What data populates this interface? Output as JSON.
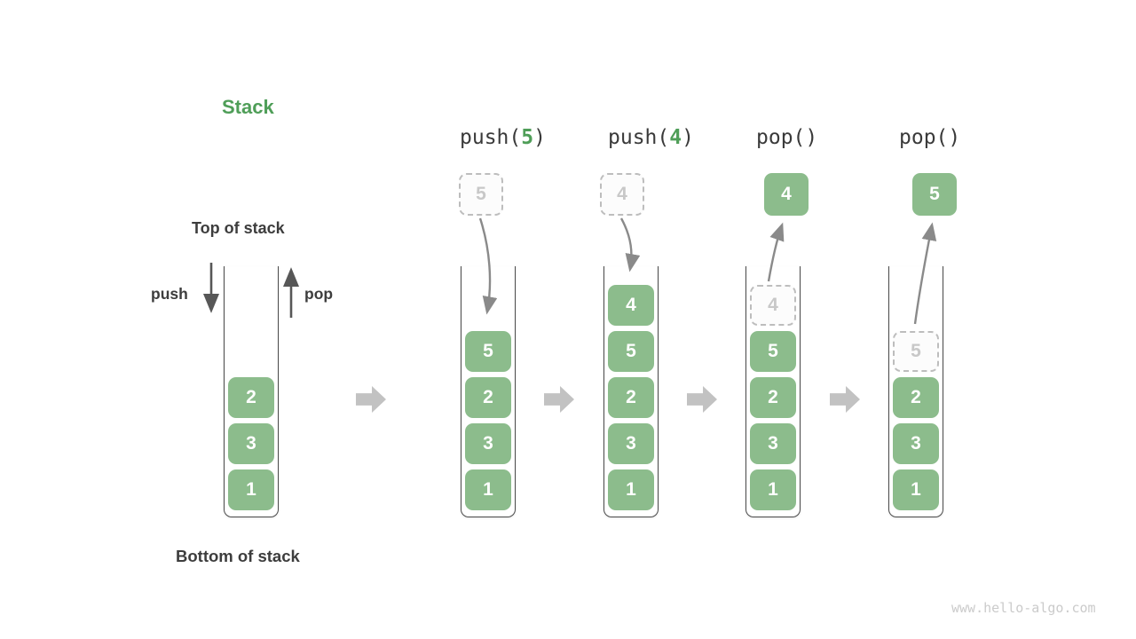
{
  "title": "Stack",
  "labels": {
    "top_of_stack": "Top of stack",
    "bottom_of_stack": "Bottom of stack",
    "push": "push",
    "pop": "pop"
  },
  "operations": [
    {
      "pre": "push(",
      "arg": "5",
      "post": ")"
    },
    {
      "pre": "push(",
      "arg": "4",
      "post": ")"
    },
    {
      "pre": "pop(",
      "arg": "",
      "post": ")"
    },
    {
      "pre": "pop(",
      "arg": "",
      "post": ")"
    }
  ],
  "floats": [
    {
      "value": "5",
      "type": "ghost-being-pushed"
    },
    {
      "value": "4",
      "type": "ghost-being-pushed"
    },
    {
      "value": "4",
      "type": "popped-result"
    },
    {
      "value": "5",
      "type": "popped-result"
    }
  ],
  "stacks": [
    {
      "name": "initial",
      "items": [
        {
          "value": "2",
          "type": "solid"
        },
        {
          "value": "3",
          "type": "solid"
        },
        {
          "value": "1",
          "type": "solid"
        }
      ]
    },
    {
      "name": "after-push-5",
      "items": [
        {
          "value": "5",
          "type": "solid"
        },
        {
          "value": "2",
          "type": "solid"
        },
        {
          "value": "3",
          "type": "solid"
        },
        {
          "value": "1",
          "type": "solid"
        }
      ]
    },
    {
      "name": "after-push-4",
      "items": [
        {
          "value": "4",
          "type": "solid"
        },
        {
          "value": "5",
          "type": "solid"
        },
        {
          "value": "2",
          "type": "solid"
        },
        {
          "value": "3",
          "type": "solid"
        },
        {
          "value": "1",
          "type": "solid"
        }
      ]
    },
    {
      "name": "after-pop-4",
      "items": [
        {
          "value": "4",
          "type": "ghost"
        },
        {
          "value": "5",
          "type": "solid"
        },
        {
          "value": "2",
          "type": "solid"
        },
        {
          "value": "3",
          "type": "solid"
        },
        {
          "value": "1",
          "type": "solid"
        }
      ]
    },
    {
      "name": "after-pop-5",
      "items": [
        {
          "value": "5",
          "type": "ghost"
        },
        {
          "value": "2",
          "type": "solid"
        },
        {
          "value": "3",
          "type": "solid"
        },
        {
          "value": "1",
          "type": "solid"
        }
      ]
    }
  ],
  "watermark": "www.hello-algo.com",
  "colors": {
    "green": "#8cbc8c",
    "accent": "#4f9e58",
    "ink": "#3d3d3d",
    "ghost-border": "#bdbdbd",
    "ghost-text": "#c8c8c8",
    "ghost-bg": "#fcfcfc",
    "arrow": "#8a8a8a",
    "dark-arrow": "#575757",
    "block": "#c2c2c2",
    "wall": "#4a4a4a",
    "watermark": "#cbcbcb"
  }
}
